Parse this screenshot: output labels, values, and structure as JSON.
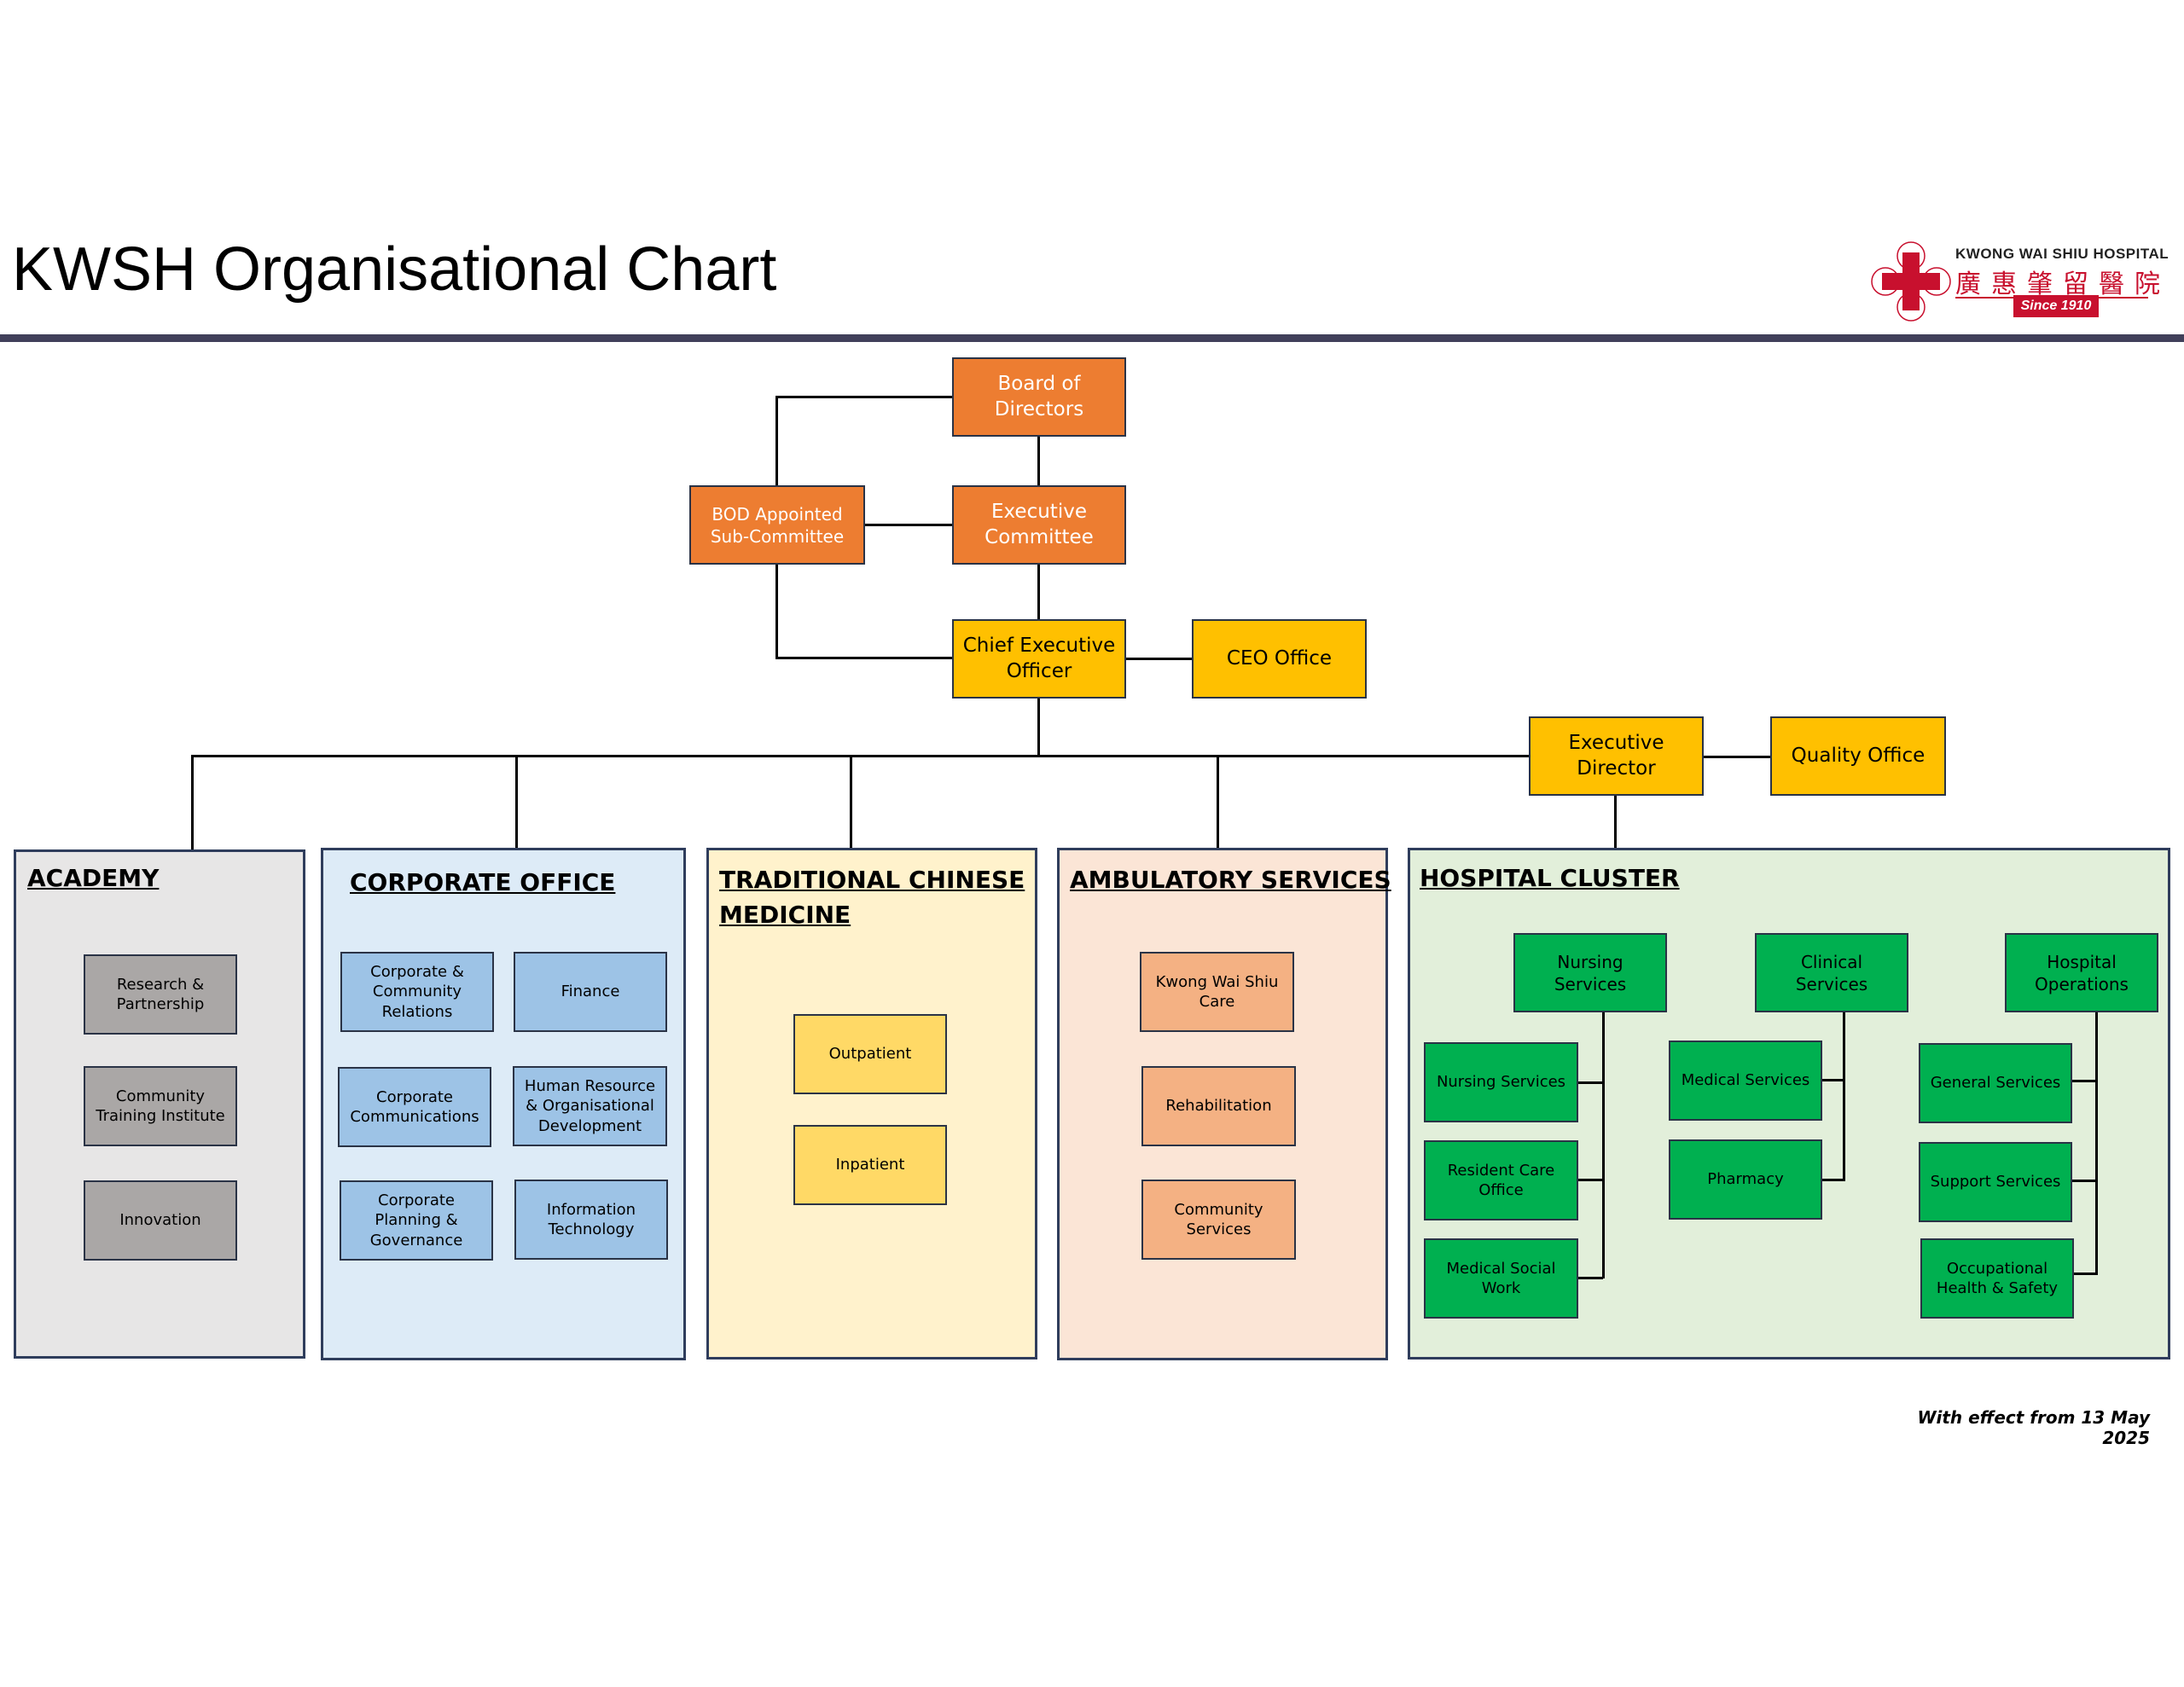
{
  "header": {
    "title": "KWSH Organisational Chart",
    "logo": {
      "name_en": "KWONG WAI SHIU HOSPITAL",
      "name_zh": "廣惠肇留醫院",
      "since": "Since 1910",
      "icon": "red-cross-icon",
      "accent": "#c8102e"
    }
  },
  "top": {
    "board": "Board of Directors",
    "sub_committee": "BOD Appointed Sub-Committee",
    "executive_committee": "Executive Committee",
    "ceo": "Chief Executive Officer",
    "ceo_office": "CEO Office",
    "executive_director": "Executive Director",
    "quality_office": "Quality Office"
  },
  "sections": {
    "academy": {
      "title": "ACADEMY",
      "items": [
        "Research & Partnership",
        "Community Training Institute",
        "Innovation"
      ]
    },
    "corporate": {
      "title": "CORPORATE OFFICE",
      "items": [
        "Corporate & Community Relations",
        "Finance",
        "Corporate Communications",
        "Human Resource & Organisational Development",
        "Corporate Planning & Governance",
        "Information Technology"
      ]
    },
    "tcm": {
      "title_line1": "TRADITIONAL CHINESE",
      "title_line2": "MEDICINE",
      "items": [
        "Outpatient",
        "Inpatient"
      ]
    },
    "ambulatory": {
      "title": "AMBULATORY SERVICES",
      "items": [
        "Kwong Wai Shiu Care",
        "Rehabilitation",
        "Community Services"
      ]
    },
    "hospital": {
      "title": "HOSPITAL CLUSTER",
      "nursing": {
        "head": "Nursing Services",
        "items": [
          "Nursing Services",
          "Resident Care Office",
          "Medical Social Work"
        ]
      },
      "clinical": {
        "head": "Clinical Services",
        "items": [
          "Medical Services",
          "Pharmacy"
        ]
      },
      "operations": {
        "head": "Hospital Operations",
        "items": [
          "General Services",
          "Support Services",
          "Occupational Health & Safety"
        ]
      }
    }
  },
  "footer": {
    "effective": "With effect from 13 May 2025"
  },
  "colors": {
    "orange": "#ed7d31",
    "yellow": "#ffc000",
    "grey": "#aaa7a6",
    "blue": "#9dc3e6",
    "light_yellow": "#ffd966",
    "salmon": "#f4b183",
    "green": "#00b050",
    "rule": "#41405a"
  }
}
